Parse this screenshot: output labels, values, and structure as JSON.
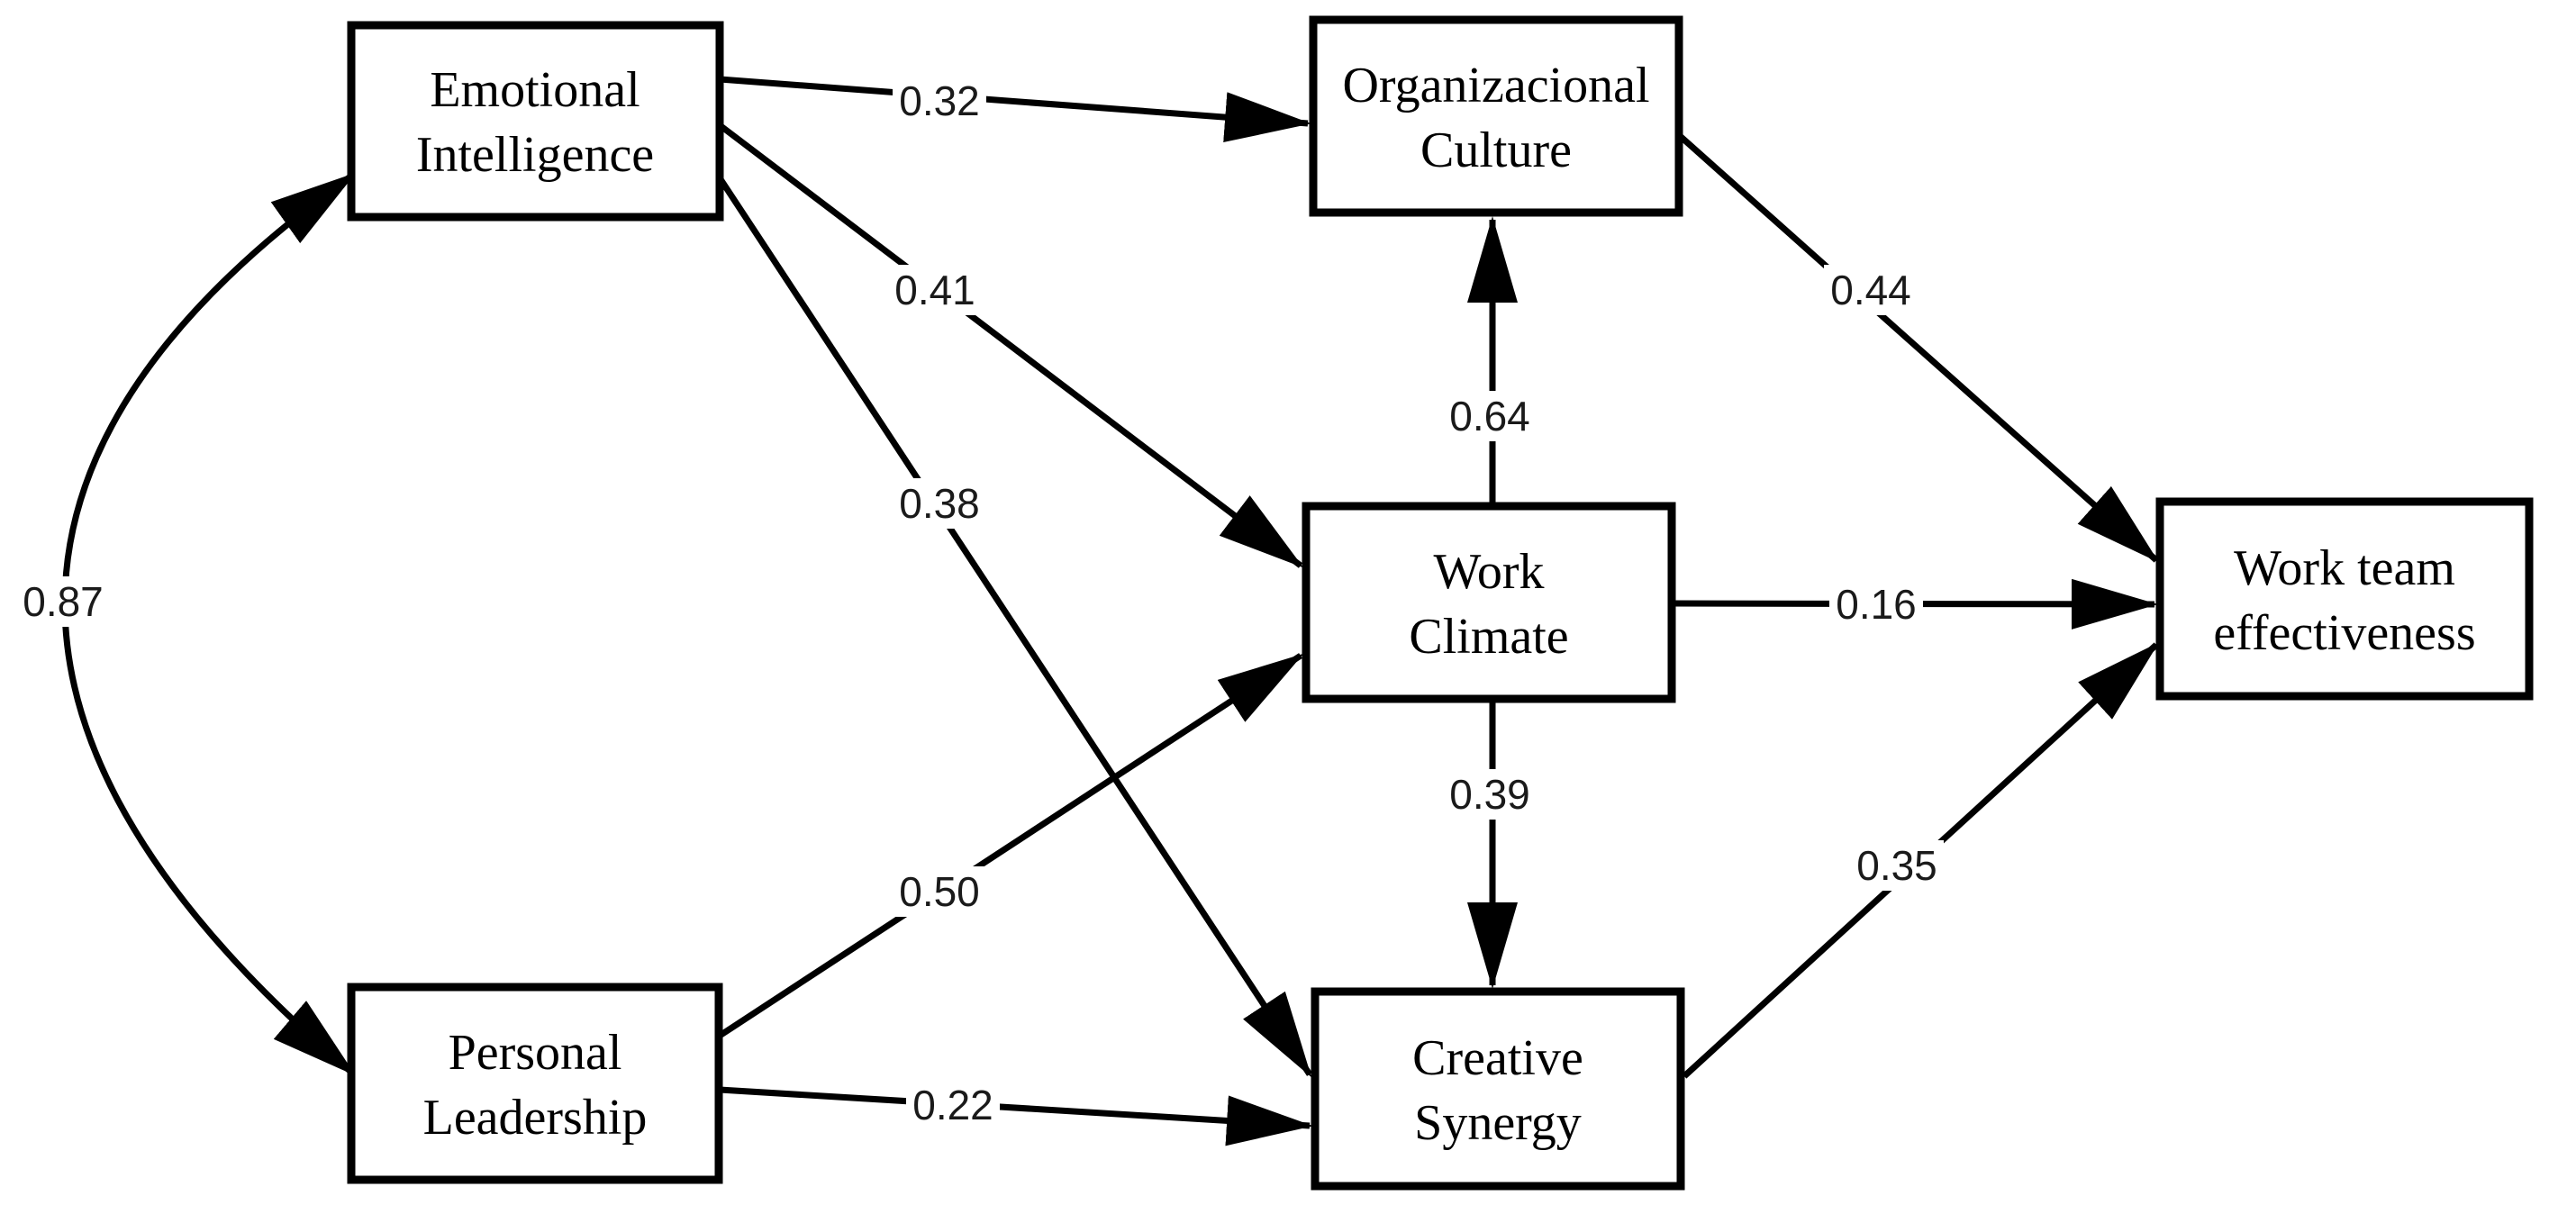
{
  "diagram": {
    "type": "path-model",
    "colors": {
      "background": "#ffffff",
      "box_fill": "#ffffff",
      "box_border": "#000000",
      "line": "#000000",
      "node_text": "#000000",
      "coefficient_text": "#1a1a1a"
    },
    "nodes": [
      {
        "id": "emotional-intelligence",
        "line1": "Emotional",
        "line2": "Intelligence"
      },
      {
        "id": "personal-leadership",
        "line1": "Personal",
        "line2": "Leadership"
      },
      {
        "id": "organizacional-culture",
        "line1": "Organizacional",
        "line2": "Culture"
      },
      {
        "id": "work-climate",
        "line1": "Work",
        "line2": "Climate"
      },
      {
        "id": "creative-synergy",
        "line1": "Creative",
        "line2": "Synergy"
      },
      {
        "id": "work-team-effectiveness",
        "line1": "Work team",
        "line2": "effectiveness"
      }
    ],
    "edges": [
      {
        "from": "Emotional Intelligence",
        "to": "Organizacional Culture",
        "type": "directed",
        "coefficient": "0.32"
      },
      {
        "from": "Emotional Intelligence",
        "to": "Work Climate",
        "type": "directed",
        "coefficient": "0.41"
      },
      {
        "from": "Emotional Intelligence",
        "to": "Creative Synergy",
        "type": "directed",
        "coefficient": "0.38"
      },
      {
        "from": "Personal Leadership",
        "to": "Work Climate",
        "type": "directed",
        "coefficient": "0.50"
      },
      {
        "from": "Personal Leadership",
        "to": "Creative Synergy",
        "type": "directed",
        "coefficient": "0.22"
      },
      {
        "from": "Work Climate",
        "to": "Organizacional Culture",
        "type": "directed",
        "coefficient": "0.64"
      },
      {
        "from": "Work Climate",
        "to": "Creative Synergy",
        "type": "directed",
        "coefficient": "0.39"
      },
      {
        "from": "Work Climate",
        "to": "Work team effectiveness",
        "type": "directed",
        "coefficient": "0.16"
      },
      {
        "from": "Organizacional Culture",
        "to": "Work team effectiveness",
        "type": "directed",
        "coefficient": "0.44"
      },
      {
        "from": "Creative Synergy",
        "to": "Work team effectiveness",
        "type": "directed",
        "coefficient": "0.35"
      },
      {
        "from": "Emotional Intelligence",
        "to": "Personal Leadership",
        "type": "bidirectional",
        "coefficient": "0.87"
      }
    ]
  }
}
